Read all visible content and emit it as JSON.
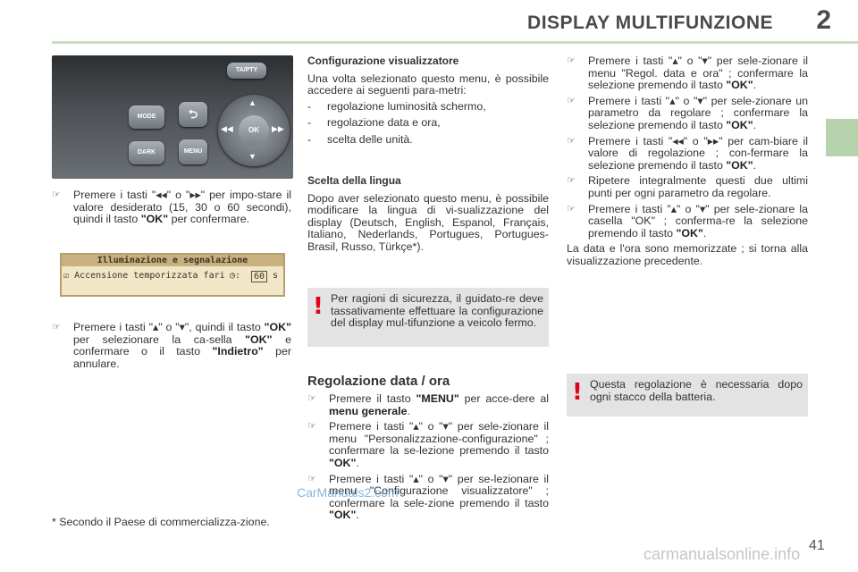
{
  "header": {
    "title": "DISPLAY MULTIFUNZIONE",
    "chapter": "2",
    "page_number": "41"
  },
  "panel": {
    "buttons": [
      "TA/PTY",
      "MODE",
      "DARK",
      "MENU",
      "OK"
    ]
  },
  "lcd": {
    "title": "Illuminazione e segnalazione",
    "row_label": "Accensione temporizzata fari",
    "row_value": "60",
    "row_unit": "s"
  },
  "col1": {
    "bullet1": {
      "t1": "Premere i tasti \"",
      "t2": "\" o \"",
      "t3": "\" per impo-stare il valore desiderato (15, 30 o 60 secondi), quindi il tasto ",
      "ok": "\"OK\"",
      "t4": " per confermare."
    },
    "bullet2": {
      "t1": "Premere i tasti \"",
      "t2": "\" o \"",
      "t3": "\", quindi il tasto ",
      "ok1": "\"OK\"",
      "t4": " per selezionare la ca-sella ",
      "ok2": "\"OK\"",
      "t5": " e confermare o il tasto ",
      "back": "\"Indietro\"",
      "t6": " per annulare."
    },
    "footnote": "* Secondo il Paese di commercializza-zione."
  },
  "col2": {
    "config_title": "Configurazione visualizzatore",
    "config_intro": "Una volta selezionato questo menu, è possibile accedere ai seguenti para-metri:",
    "config_items": [
      "regolazione luminosità schermo,",
      "regolazione data e ora,",
      "scelta delle unità."
    ],
    "lang_title": "Scelta della lingua",
    "lang_text": "Dopo aver selezionato questo menu, è possibile modificare la lingua di vi-sualizzazione del display (Deutsch, English, Espanol, Français, Italiano, Nederlands, Portugues, Portugues-Brasil, Russo, Türkçe*).",
    "warning": "Per ragioni di sicurezza, il guidato-re deve tassativamente effettuare la configurazione del display mul-tifunzione a veicolo fermo.",
    "date_title": "Regolazione data / ora",
    "date_b1": {
      "t1": "Premere il tasto ",
      "menu": "\"MENU\"",
      "t2": " per acce-dere al ",
      "gen": "menu generale",
      "t3": "."
    },
    "date_b2": {
      "t1": "Premere i tasti \"",
      "t2": "\" o \"",
      "t3": "\" per sele-zionare il menu \"Personalizzazione-configurazione\" ; confermare la se-lezione premendo il tasto ",
      "ok": "\"OK\"",
      "t4": "."
    },
    "date_b3": {
      "t1": "Premere i tasti \"",
      "t2": "\" o \"",
      "t3": "\" per se-lezionare il menu \"Configurazione visualizzatore\" ; confermare la sele-zione premendo il tasto ",
      "ok": "\"OK\"",
      "t4": "."
    }
  },
  "col3": {
    "b1": {
      "t1": "Premere i tasti \"",
      "t2": "\" o \"",
      "t3": "\" per sele-zionare il menu \"Regol. data e ora\" ; confermare la selezione premendo il tasto ",
      "ok": "\"OK\"",
      "t4": "."
    },
    "b2": {
      "t1": "Premere i tasti \"",
      "t2": "\" o \"",
      "t3": "\" per sele-zionare un parametro da regolare ; confermare la selezione premendo il tasto ",
      "ok": "\"OK\"",
      "t4": "."
    },
    "b3": {
      "t1": "Premere i tasti \"",
      "t2": "\" o \"",
      "t3": "\" per cam-biare il valore di regolazione ; con-fermare la selezione premendo il tasto ",
      "ok": "\"OK\"",
      "t4": "."
    },
    "b4": "Ripetere integralmente questi due ultimi punti per ogni parametro da regolare.",
    "b5": {
      "t1": "Premere i tasti \"",
      "t2": "\" o \"",
      "t3": "\" per sele-zionare la casella \"OK\" ; conferma-re la selezione premendo il tasto ",
      "ok": "\"OK\"",
      "t4": "."
    },
    "closing": "La data e l'ora sono memorizzate ; si torna alla visualizzazione precedente.",
    "warning": "Questa regolazione è necessaria dopo ogni stacco della batteria."
  },
  "watermarks": {
    "mid": "CarManuals2.com",
    "bottom": "carmanualsonline.info"
  },
  "colors": {
    "accent_green": "#b6d3ad",
    "warning_red": "#e2001a",
    "warning_bg": "#e3e3e3"
  }
}
